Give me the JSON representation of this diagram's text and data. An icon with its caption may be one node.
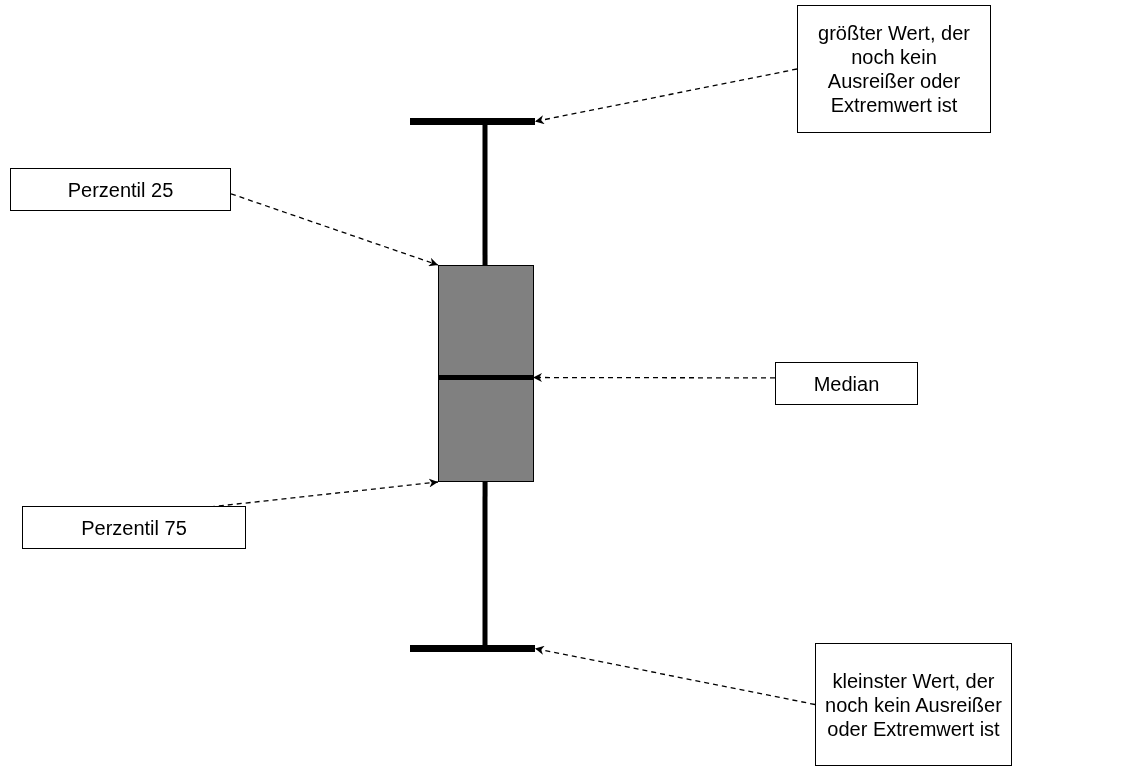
{
  "diagram": {
    "nodes": [
      {
        "text": [
          "größter Wert, der noch kein Ausreißer oder Extremwert ist"
        ]
      },
      {
        "text": [],
        "shape": "bar"
      },
      {
        "text": [
          "Perzentil 25"
        ]
      },
      {
        "text": [],
        "shape": "box"
      },
      {
        "text": [],
        "shape": "bar",
        "in": 3
      },
      {
        "text": [
          "Median"
        ]
      },
      {
        "text": [
          "Perzentil 75"
        ]
      },
      {
        "text": [],
        "shape": "bar"
      },
      {
        "text": [
          "kleinster Wert, der noch kein Ausreißer oder Extremwert ist"
        ]
      }
    ],
    "edges": [
      {
        "from": 0,
        "to": 1,
        "arrow": "to",
        "style": "dashed"
      },
      {
        "from": 2,
        "to": 3,
        "arrow": "to",
        "style": "dashed"
      },
      {
        "from": 5,
        "to": 4,
        "arrow": "to",
        "style": "dashed"
      },
      {
        "from": 6,
        "to": 3,
        "arrow": "to",
        "style": "dashed"
      },
      {
        "from": 8,
        "to": 7,
        "arrow": "to",
        "style": "dashed"
      },
      {
        "from": 1,
        "to": 3,
        "arrow": "none",
        "style": "thick"
      },
      {
        "from": 3,
        "to": 7,
        "arrow": "none",
        "style": "thick"
      }
    ]
  }
}
